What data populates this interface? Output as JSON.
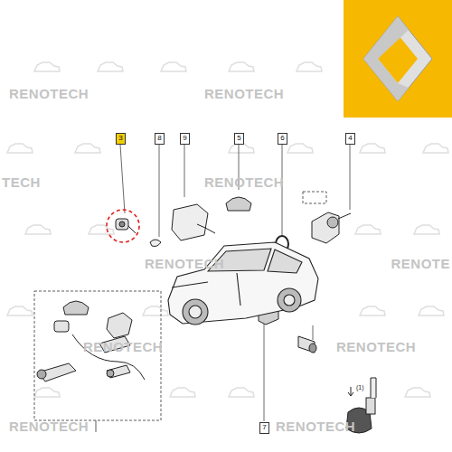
{
  "diagram": {
    "nodes": [
      {
        "text": [
          "3"
        ]
      },
      {
        "text": [
          "8"
        ]
      },
      {
        "text": [
          "9"
        ]
      },
      {
        "text": [
          "5"
        ]
      },
      {
        "text": [
          "6"
        ]
      },
      {
        "text": [
          "4"
        ]
      },
      {
        "text": [
          "7"
        ]
      }
    ],
    "labels": [
      "RENOTECH",
      "RENOTECH",
      "TECH",
      "RENOTECH",
      "RENOTECH",
      "RENOTE",
      "RENOTECH",
      "RENOTECH",
      "RENOTECH",
      "RENOTECH",
      "(1)"
    ]
  }
}
